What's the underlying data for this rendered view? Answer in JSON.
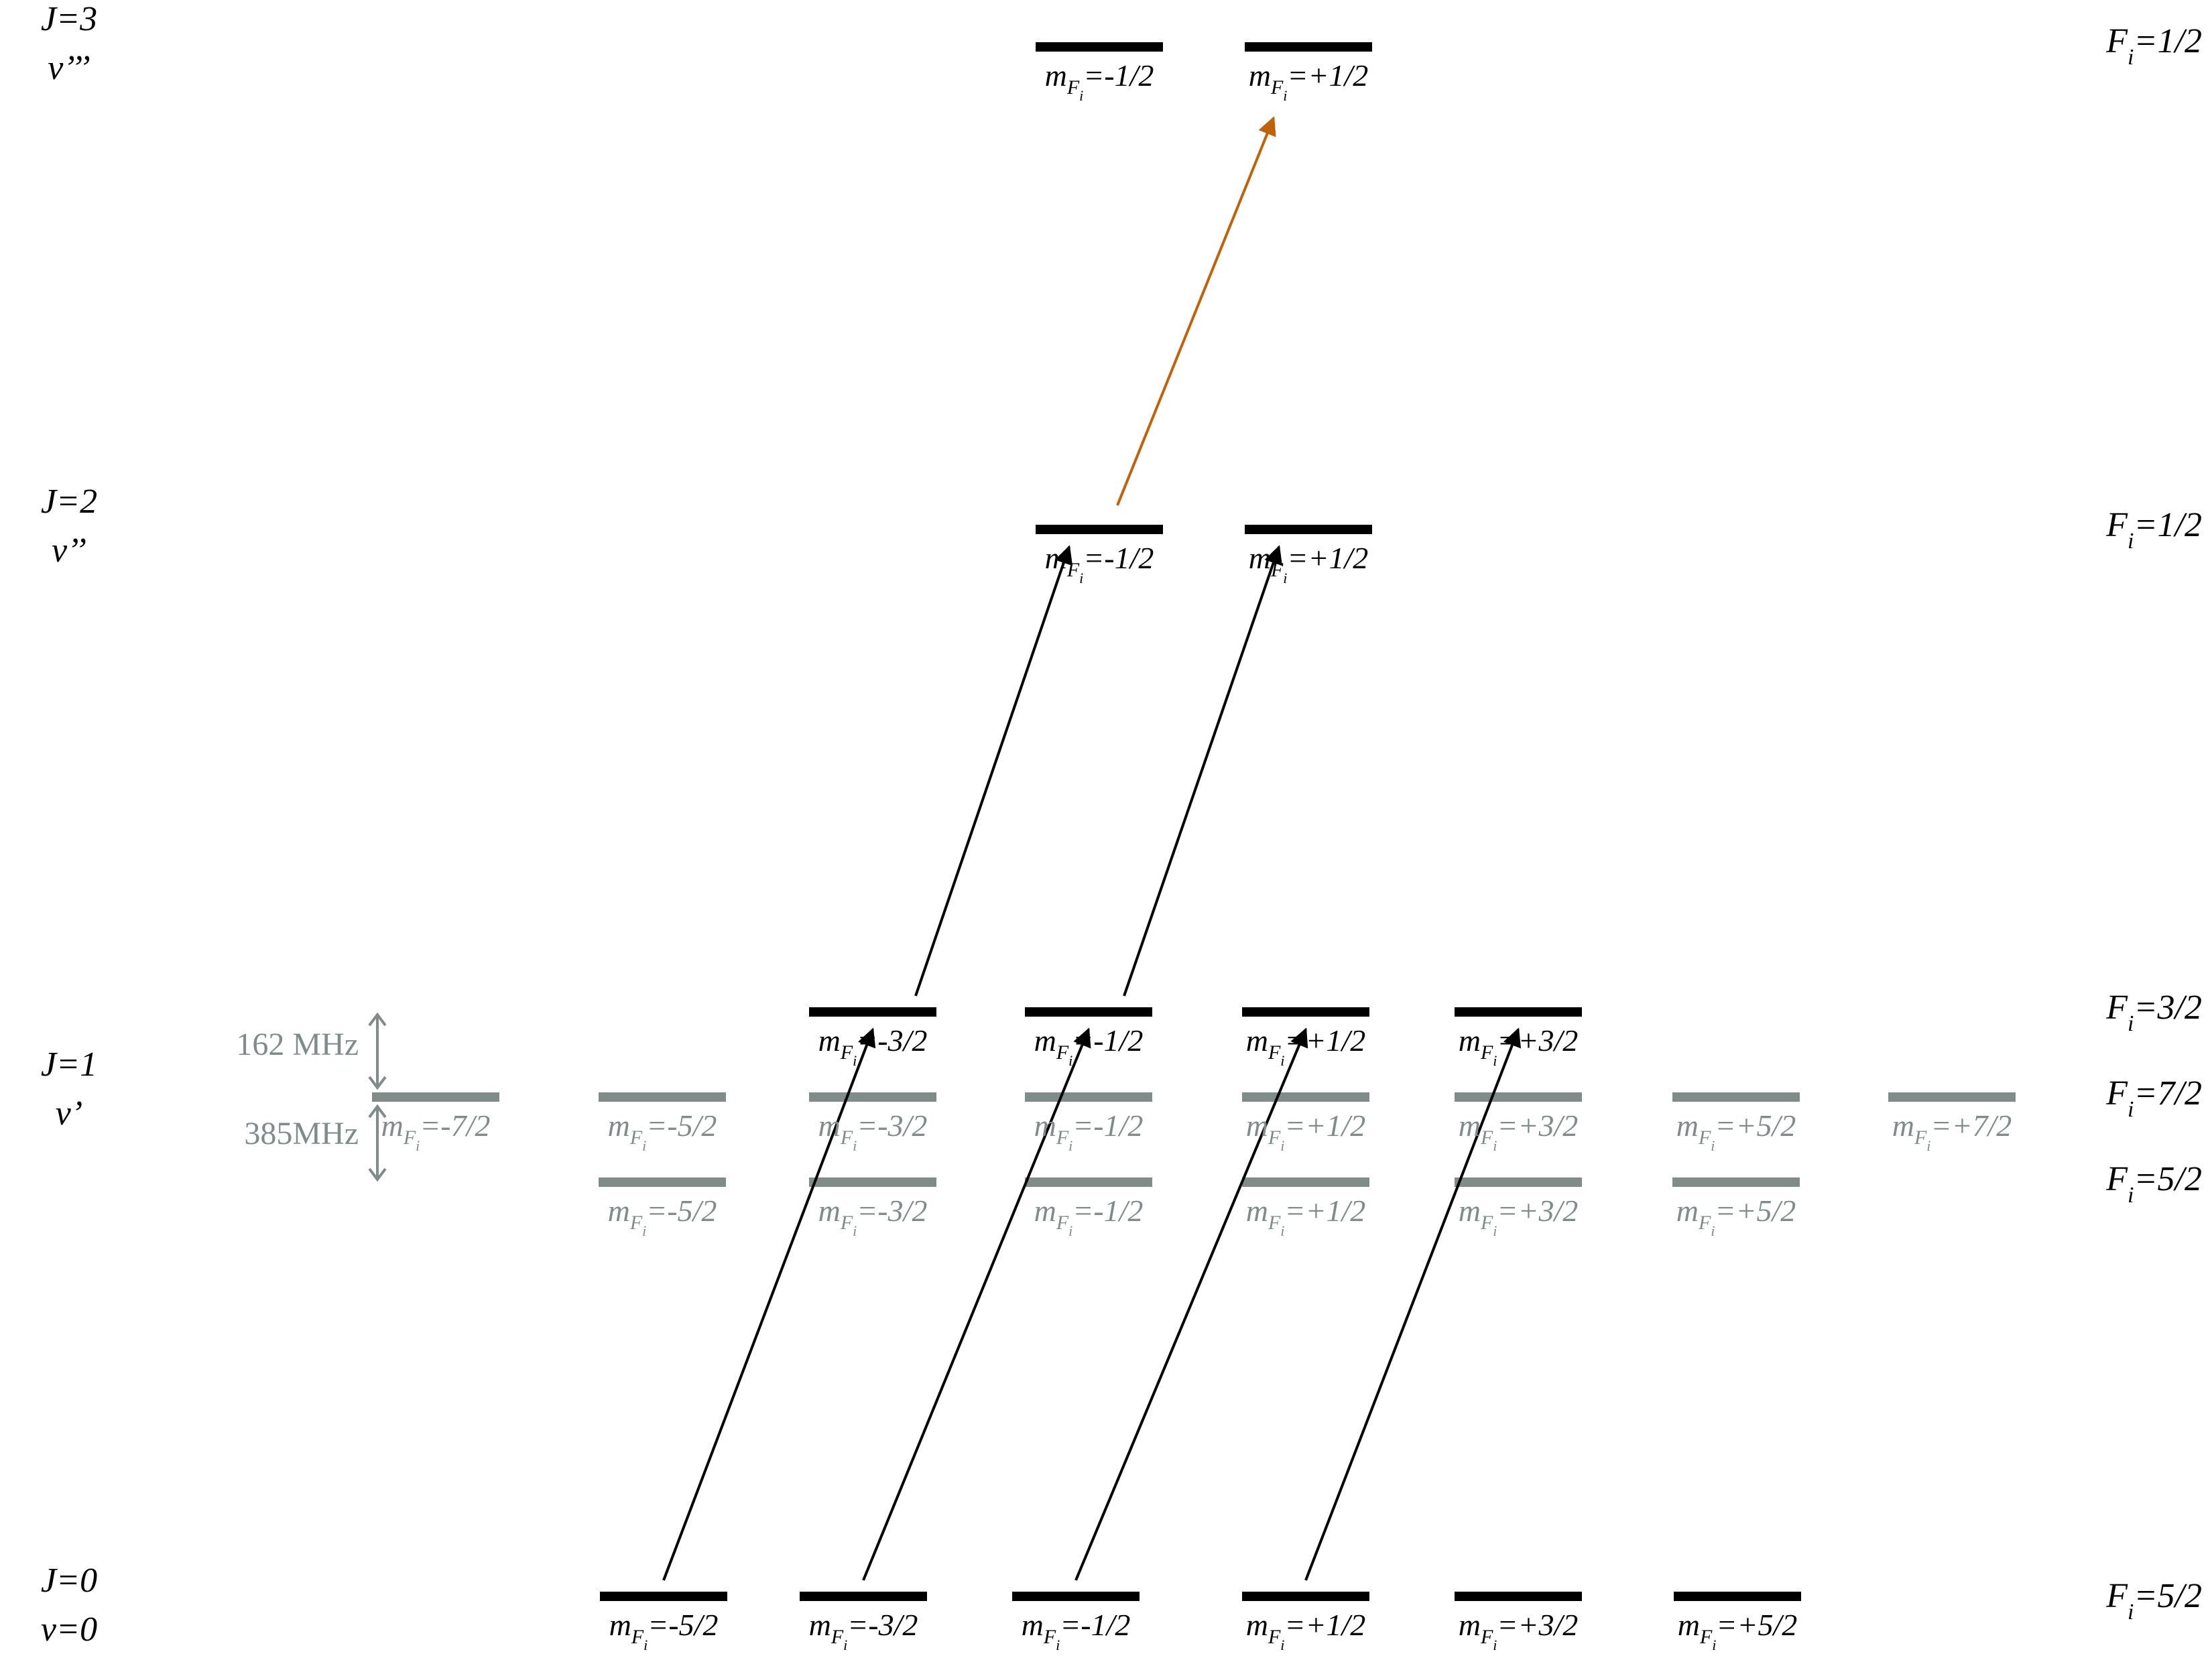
{
  "colors": {
    "active": "#000000",
    "inactive": "#7f8c8a",
    "upper_transition": "#c0620a",
    "background": "#ffffff"
  },
  "rows": [
    {
      "id": "j3",
      "j_label": "J=3",
      "v_label": "v’’’",
      "f_label_base": "F",
      "f_label_sub": "i",
      "f_label_value": "=1/2"
    },
    {
      "id": "j2",
      "j_label": "J=2",
      "v_label": "v’’",
      "f_label_base": "F",
      "f_label_sub": "i",
      "f_label_value": "=1/2"
    },
    {
      "id": "j1",
      "j_label": "J=1",
      "v_label": "v’",
      "f_labels": [
        {
          "base": "F",
          "sub": "i",
          "value": "=3/2"
        },
        {
          "base": "F",
          "sub": "i",
          "value": "=7/2"
        },
        {
          "base": "F",
          "sub": "i",
          "value": "=5/2"
        }
      ]
    },
    {
      "id": "j0",
      "j_label": "J=0",
      "v_label": "v=0",
      "f_label_base": "F",
      "f_label_sub": "i",
      "f_label_value": "=5/2"
    }
  ],
  "level_label": {
    "base": "m",
    "sub_base": "F",
    "sub_sub": "i"
  },
  "levels": {
    "j3": [
      {
        "state": "active",
        "value": "=-1/2"
      },
      {
        "state": "active",
        "value": "=+1/2"
      }
    ],
    "j2": [
      {
        "state": "active",
        "value": "=-1/2"
      },
      {
        "state": "active",
        "value": "=+1/2"
      }
    ],
    "j1_f32": [
      {
        "state": "active",
        "value": "=-3/2"
      },
      {
        "state": "active",
        "value": "=-1/2"
      },
      {
        "state": "active",
        "value": "=+1/2"
      },
      {
        "state": "active",
        "value": "=+3/2"
      }
    ],
    "j1_f72": [
      {
        "state": "inactive",
        "value": "=-7/2"
      },
      {
        "state": "inactive",
        "value": "=-5/2"
      },
      {
        "state": "inactive",
        "value": "=-3/2"
      },
      {
        "state": "inactive",
        "value": "=-1/2"
      },
      {
        "state": "inactive",
        "value": "=+1/2"
      },
      {
        "state": "inactive",
        "value": "=+3/2"
      },
      {
        "state": "inactive",
        "value": "=+5/2"
      },
      {
        "state": "inactive",
        "value": "=+7/2"
      }
    ],
    "j1_f52": [
      {
        "state": "inactive",
        "value": "=-5/2"
      },
      {
        "state": "inactive",
        "value": "=-3/2"
      },
      {
        "state": "inactive",
        "value": "=-1/2"
      },
      {
        "state": "inactive",
        "value": "=+1/2"
      },
      {
        "state": "inactive",
        "value": "=+3/2"
      },
      {
        "state": "inactive",
        "value": "=+5/2"
      }
    ],
    "j0": [
      {
        "state": "active",
        "value": "=-5/2"
      },
      {
        "state": "active",
        "value": "=-3/2"
      },
      {
        "state": "active",
        "value": "=-1/2"
      },
      {
        "state": "active",
        "value": "=+1/2"
      },
      {
        "state": "active",
        "value": "=+3/2"
      },
      {
        "state": "active",
        "value": "=+5/2"
      }
    ]
  },
  "transitions": [
    {
      "from": "J=0 m=-5/2",
      "to": "J=1 Fi=3/2 m=-3/2",
      "color": "active"
    },
    {
      "from": "J=0 m=-3/2",
      "to": "J=1 Fi=3/2 m=-1/2",
      "color": "active"
    },
    {
      "from": "J=0 m=-1/2",
      "to": "J=1 Fi=3/2 m=+1/2",
      "color": "active"
    },
    {
      "from": "J=0 m=+1/2",
      "to": "J=1 Fi=3/2 m=+3/2",
      "color": "active"
    },
    {
      "from": "J=1 Fi=3/2 m=-3/2",
      "to": "J=2 m=-1/2",
      "color": "active"
    },
    {
      "from": "J=1 Fi=3/2 m=-1/2",
      "to": "J=2 m=+1/2",
      "color": "active"
    },
    {
      "from": "J=2 m=-1/2",
      "to": "J=3 m=+1/2",
      "color": "upper_transition"
    }
  ],
  "splittings": [
    {
      "label": "162 MHz"
    },
    {
      "label": "385MHz"
    }
  ]
}
